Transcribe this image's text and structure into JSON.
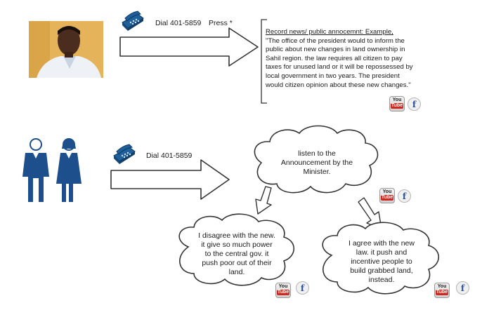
{
  "top_flow": {
    "dial_text": "Dial 401-5859",
    "press_text": "Press *",
    "note_heading": "Record news/ public annocemnt: Example,",
    "note_body": "\"The office of the president would to inform the public about new changes in land ownership in Sahil region. the law requires all citizen to pay taxes for unused land or it will be repossessed by local government in two years. The president would citizen opinion about these new changes.\""
  },
  "bottom_flow": {
    "dial_text": "Dial 401-5859",
    "listen_cloud": "listen to the Announcement by the Minister.",
    "disagree_cloud": "I disagree with the new. it give so much power to the central gov. it push poor out of their land.",
    "agree_cloud": "I agree with the new law. it push and incentive people to build grabbed land, instead."
  },
  "social": {
    "youtube_you": "You",
    "youtube_tube": "Tube",
    "facebook": "f"
  },
  "colors": {
    "phone": "#1f5f9a",
    "figures": "#1c4f8c",
    "photo_bg": "#e5b45a"
  }
}
